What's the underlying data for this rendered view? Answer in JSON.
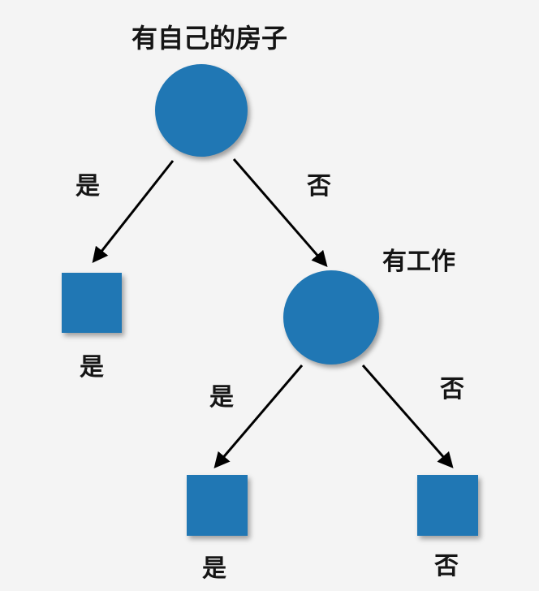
{
  "diagram": {
    "type": "decision-tree",
    "colors": {
      "node_fill": "#2077b4",
      "background": "#f4f4f4",
      "arrow": "#000000",
      "text": "#151515"
    },
    "nodes": [
      {
        "id": "root",
        "shape": "circle",
        "label": "有自己的房子",
        "label_position": "above"
      },
      {
        "id": "leaf-house-yes",
        "shape": "square",
        "label": "是",
        "label_position": "below"
      },
      {
        "id": "job",
        "shape": "circle",
        "label": "有工作",
        "label_position": "above-right"
      },
      {
        "id": "leaf-job-yes",
        "shape": "square",
        "label": "是",
        "label_position": "below"
      },
      {
        "id": "leaf-job-no",
        "shape": "square",
        "label": "否",
        "label_position": "below"
      }
    ],
    "edges": [
      {
        "from": "root",
        "to": "leaf-house-yes",
        "label": "是"
      },
      {
        "from": "root",
        "to": "job",
        "label": "否"
      },
      {
        "from": "job",
        "to": "leaf-job-yes",
        "label": "是"
      },
      {
        "from": "job",
        "to": "leaf-job-no",
        "label": "否"
      }
    ]
  }
}
